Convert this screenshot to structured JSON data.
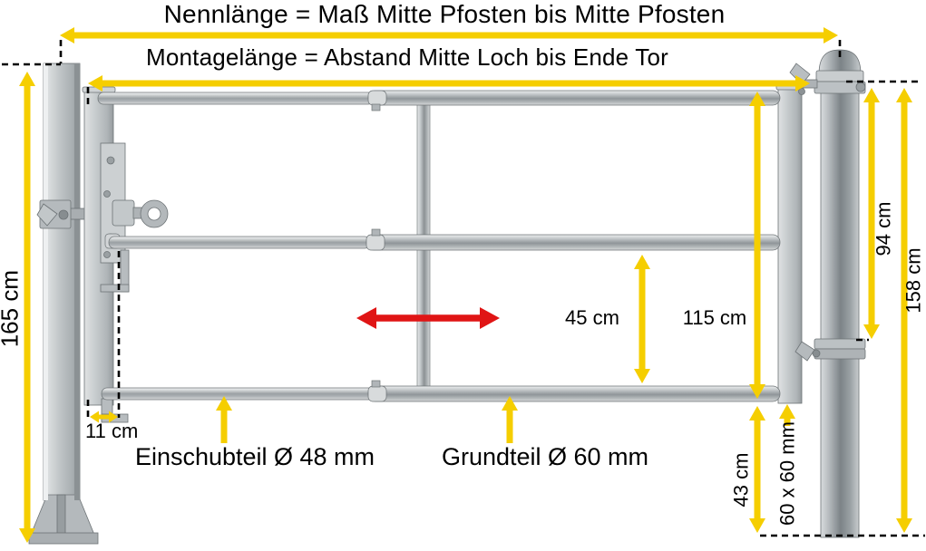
{
  "diagram": {
    "titles": {
      "nominal_length": "Nennlänge = Maß Mitte Pfosten bis Mitte Pfosten",
      "mounting_length": "Montagelänge = Abstand Mitte Loch bis Ende Tor"
    },
    "part_labels": {
      "insert_part": "Einschubteil Ø 48 mm",
      "base_part": "Grundteil Ø 60 mm"
    },
    "dimensions": {
      "left_post_height": "165 cm",
      "insert_offset": "11 cm",
      "lower_rail_gap": "45 cm",
      "gate_frame_height": "115 cm",
      "ground_clearance": "43 cm",
      "end_tube_profile": "60 x 60 mm",
      "hole_to_clamp": "94 cm",
      "right_post_height": "158 cm"
    },
    "colors": {
      "dimension_arrow": "#F5CE00",
      "slide_arrow": "#E01515",
      "text": "#000000",
      "background": "#FFFFFF"
    }
  }
}
